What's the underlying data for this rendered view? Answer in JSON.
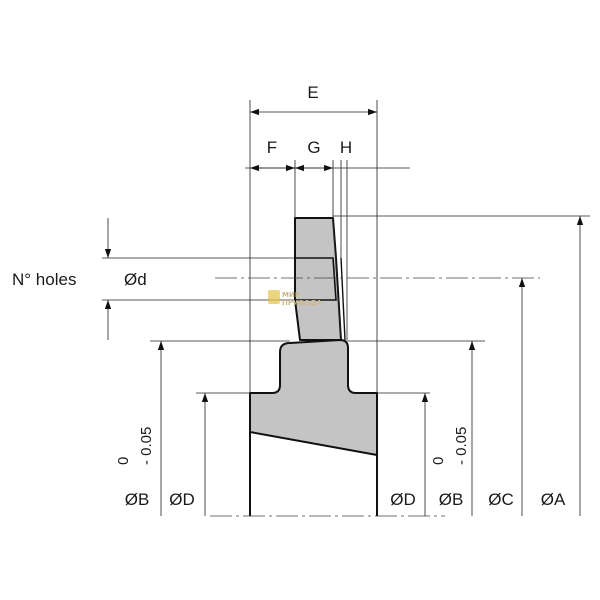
{
  "diagram": {
    "labels": {
      "E": "E",
      "F": "F",
      "G": "G",
      "H": "H",
      "holes": "N° holes",
      "hole_dia": "Ød",
      "tol_left_top": "0",
      "tol_left_bottom": "- 0.05",
      "tol_right_top": "0",
      "tol_right_bottom": "- 0.05",
      "B_left": "ØB",
      "D_left": "ØD",
      "D_right": "ØD",
      "B_right": "ØB",
      "C": "ØC",
      "A": "ØA"
    },
    "watermark": {
      "line1": "МИР",
      "line2": "ПРИВОДА"
    },
    "colors": {
      "part_fill": "#c4c4c4",
      "line": "#111111"
    }
  }
}
